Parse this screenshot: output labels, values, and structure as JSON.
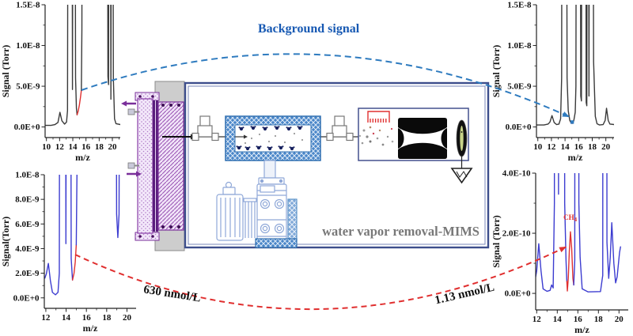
{
  "figure": {
    "background_signal_label": "Background signal",
    "conc_high_label": "630 nmol/L",
    "conc_low_label": "1.13 nmol/L",
    "colors": {
      "background_arrow": "#2e7bbf",
      "sample_arrow": "#e02f2f",
      "spectrum_black": "#3a3a3a",
      "spectrum_blue": "#3c3cd0",
      "highlight_red": "#e03030",
      "box_border": "#3d4e8c",
      "membrane_purple": "#7a2f9a",
      "trap_blue": "#4a86c8",
      "pump_blue": "#8fa8d8"
    }
  },
  "diagram": {
    "label": "water vapor removal-MIMS",
    "components": [
      "membrane-inlet-module",
      "carrier-flow-arrows",
      "sample-valve",
      "water-vapor-trap",
      "trapped-water-molecules",
      "isolation-valve",
      "ionization-filament",
      "ion-beam",
      "quadrupole-mass-filter",
      "detector",
      "amplifier",
      "backing-pump",
      "vacuum-pump"
    ]
  },
  "chart_data": [
    {
      "id": "top_left",
      "type": "line",
      "xlabel": "m/z",
      "ylabel": "Signal (Torr)",
      "xlim": [
        9.8,
        21.2
      ],
      "ylim": [
        -1.3,
        15
      ],
      "yscale": 1e-09,
      "grid": false,
      "xticks": [
        {
          "v": 10,
          "label": "10"
        },
        {
          "v": 12,
          "label": "12"
        },
        {
          "v": 14,
          "label": "14"
        },
        {
          "v": 16,
          "label": "16"
        },
        {
          "v": 18,
          "label": "18"
        },
        {
          "v": 20,
          "label": "20"
        }
      ],
      "xminor": [
        11,
        13,
        15,
        17,
        19,
        21
      ],
      "yticks": [
        {
          "v": 0,
          "label": "0.0E+0"
        },
        {
          "v": 5,
          "label": "5.0E-9"
        },
        {
          "v": 10,
          "label": "1.0E-8"
        },
        {
          "v": 15,
          "label": "1.5E-8"
        }
      ],
      "yminor": [
        2.5,
        7.5,
        12.5
      ],
      "series": [
        {
          "name": "background-spectrum",
          "color": "#3a3a3a",
          "points": [
            [
              9.8,
              0.2
            ],
            [
              10.7,
              0.2
            ],
            [
              11.3,
              0.3
            ],
            [
              11.75,
              0.55
            ],
            [
              12.05,
              1.8
            ],
            [
              12.35,
              0.75
            ],
            [
              12.75,
              0.35
            ],
            [
              13.05,
              0.6
            ],
            [
              13.2,
              2
            ],
            [
              13.32,
              60
            ],
            [
              13.85,
              60
            ],
            [
              13.95,
              4.6
            ],
            [
              14.07,
              60
            ],
            [
              14.3,
              60
            ],
            [
              14.42,
              6
            ],
            [
              14.55,
              2.3
            ],
            [
              14.65,
              1.5
            ]
          ]
        },
        {
          "name": "ch4-window",
          "color": "#e03030",
          "points": [
            [
              14.65,
              1.5
            ],
            [
              14.82,
              1.95
            ],
            [
              15.0,
              2.7
            ],
            [
              15.16,
              3.6
            ],
            [
              15.3,
              4.5
            ]
          ]
        },
        {
          "name": "background-spectrum-2",
          "color": "#3a3a3a",
          "points": [
            [
              15.3,
              4.5
            ],
            [
              15.38,
              12
            ],
            [
              15.44,
              60
            ],
            [
              19.2,
              60
            ],
            [
              19.33,
              6.2
            ],
            [
              19.42,
              5.2
            ],
            [
              19.52,
              60
            ],
            [
              19.66,
              60
            ],
            [
              19.78,
              3.4
            ],
            [
              19.9,
              60
            ],
            [
              20.03,
              60
            ],
            [
              20.15,
              6
            ],
            [
              20.33,
              1
            ],
            [
              20.55,
              0.4
            ],
            [
              21.2,
              0.3
            ]
          ]
        }
      ],
      "annotations": [],
      "markers": []
    },
    {
      "id": "top_right",
      "type": "line",
      "xlabel": "m/z",
      "ylabel": "Signal (Torr)",
      "xlim": [
        9.8,
        21.2
      ],
      "ylim": [
        -1.3,
        15
      ],
      "yscale": 1e-09,
      "grid": false,
      "xticks": [
        {
          "v": 10,
          "label": "10"
        },
        {
          "v": 12,
          "label": "12"
        },
        {
          "v": 14,
          "label": "14"
        },
        {
          "v": 16,
          "label": "16"
        },
        {
          "v": 18,
          "label": "18"
        },
        {
          "v": 20,
          "label": "20"
        }
      ],
      "xminor": [
        11,
        13,
        15,
        17,
        19,
        21
      ],
      "yticks": [
        {
          "v": 0,
          "label": "0.0E+0"
        },
        {
          "v": 5,
          "label": "5.0E-9"
        },
        {
          "v": 10,
          "label": "1.0E-8"
        },
        {
          "v": 15,
          "label": "1.5E-8"
        }
      ],
      "yminor": [
        2.5,
        7.5,
        12.5
      ],
      "series": [
        {
          "name": "dried-background-spectrum",
          "color": "#3a3a3a",
          "points": [
            [
              9.8,
              0.25
            ],
            [
              10.9,
              0.25
            ],
            [
              11.5,
              0.35
            ],
            [
              11.78,
              0.6
            ],
            [
              12.08,
              1.4
            ],
            [
              12.4,
              0.55
            ],
            [
              12.75,
              0.3
            ],
            [
              13.1,
              0.35
            ],
            [
              13.35,
              1
            ],
            [
              13.5,
              6
            ],
            [
              13.58,
              60
            ],
            [
              14.17,
              60
            ],
            [
              14.3,
              6
            ],
            [
              14.47,
              2
            ],
            [
              14.7,
              0.8
            ],
            [
              14.88,
              0.52
            ],
            [
              15.05,
              0.45
            ],
            [
              15.28,
              0.75
            ],
            [
              15.5,
              1.8
            ],
            [
              15.6,
              5
            ],
            [
              15.7,
              60
            ],
            [
              16.2,
              60
            ],
            [
              16.31,
              3.8
            ],
            [
              16.41,
              3.2
            ],
            [
              16.52,
              60
            ],
            [
              17.0,
              60
            ],
            [
              17.11,
              3
            ],
            [
              17.2,
              2.6
            ],
            [
              17.31,
              60
            ],
            [
              17.42,
              60
            ],
            [
              17.52,
              3.8
            ],
            [
              17.63,
              60
            ],
            [
              18.05,
              60
            ],
            [
              18.2,
              8
            ],
            [
              18.45,
              1.3
            ],
            [
              18.7,
              0.4
            ],
            [
              19.05,
              0.25
            ],
            [
              19.6,
              0.3
            ],
            [
              19.9,
              0.8
            ],
            [
              20.1,
              2.3
            ],
            [
              20.35,
              0.8
            ],
            [
              20.6,
              0.35
            ],
            [
              21.2,
              0.3
            ]
          ]
        },
        {
          "name": "ch4-window",
          "color": "#e03030",
          "points": [
            [
              14.85,
              0.6
            ],
            [
              15.05,
              0.42
            ],
            [
              15.22,
              0.65
            ]
          ]
        }
      ],
      "annotations": [],
      "markers": [
        {
          "x": 15.05,
          "y": 0.6,
          "shape": "square",
          "color": "#2e7bbf"
        }
      ]
    },
    {
      "id": "bottom_left",
      "type": "line",
      "xlabel": "m/z",
      "ylabel": "Signal(Torr)",
      "xlim": [
        11.85,
        20.9
      ],
      "ylim": [
        -0.85,
        10
      ],
      "yscale": 1e-09,
      "grid": false,
      "xticks": [
        {
          "v": 12,
          "label": "12"
        },
        {
          "v": 14,
          "label": "14"
        },
        {
          "v": 16,
          "label": "16"
        },
        {
          "v": 18,
          "label": "18"
        },
        {
          "v": 20,
          "label": "20"
        }
      ],
      "xminor": [
        13,
        15,
        17,
        19
      ],
      "yticks": [
        {
          "v": 0,
          "label": "0.0E+0"
        },
        {
          "v": 2,
          "label": "2.0E-9"
        },
        {
          "v": 4,
          "label": "4.0E-9"
        },
        {
          "v": 6,
          "label": "6.0E-9"
        },
        {
          "v": 8,
          "label": "8.0E-9"
        },
        {
          "v": 10,
          "label": "1.0E-8"
        }
      ],
      "yminor": [
        1,
        3,
        5,
        7,
        9
      ],
      "series": [
        {
          "name": "high-conc-spectrum",
          "color": "#3c3cd0",
          "points": [
            [
              11.9,
              1.6
            ],
            [
              12.05,
              1.95
            ],
            [
              12.25,
              2.8
            ],
            [
              12.45,
              1.4
            ],
            [
              12.65,
              0.45
            ],
            [
              12.95,
              0.25
            ],
            [
              13.2,
              0.45
            ],
            [
              13.33,
              2
            ],
            [
              13.42,
              60
            ],
            [
              13.88,
              60
            ],
            [
              13.98,
              4.4
            ],
            [
              14.1,
              60
            ],
            [
              14.38,
              60
            ],
            [
              14.5,
              3.2
            ],
            [
              14.63,
              1.45
            ]
          ]
        },
        {
          "name": "ch4-window",
          "color": "#e03030",
          "points": [
            [
              14.63,
              1.45
            ],
            [
              14.78,
              2.0
            ],
            [
              14.9,
              2.9
            ],
            [
              15.0,
              4.3
            ]
          ]
        },
        {
          "name": "high-conc-spectrum-2",
          "color": "#3c3cd0",
          "points": [
            [
              15.0,
              4.3
            ],
            [
              15.07,
              10
            ],
            [
              15.14,
              60
            ],
            [
              18.82,
              60
            ],
            [
              18.98,
              6.8
            ],
            [
              19.1,
              4.9
            ],
            [
              19.22,
              6.8
            ],
            [
              19.38,
              60
            ],
            [
              20.9,
              60
            ]
          ]
        }
      ],
      "annotations": [],
      "markers": []
    },
    {
      "id": "bottom_right",
      "type": "line",
      "xlabel": "m/z",
      "ylabel": "Signal (Torr)",
      "xlim": [
        11.9,
        20.9
      ],
      "ylim": [
        -0.55,
        4
      ],
      "yscale": 1e-10,
      "grid": false,
      "xticks": [
        {
          "v": 12,
          "label": "12"
        },
        {
          "v": 14,
          "label": "14"
        },
        {
          "v": 16,
          "label": "16"
        },
        {
          "v": 18,
          "label": "18"
        },
        {
          "v": 20,
          "label": "20"
        }
      ],
      "xminor": [
        13,
        15,
        17,
        19
      ],
      "yticks": [
        {
          "v": 0,
          "label": "0.0E+0"
        },
        {
          "v": 2,
          "label": "2.0E-10"
        },
        {
          "v": 4,
          "label": "4.0E-10"
        }
      ],
      "yminor": [
        1,
        3
      ],
      "series": [
        {
          "name": "low-conc-spectrum",
          "color": "#3c3cd0",
          "points": [
            [
              11.9,
              0.55
            ],
            [
              12.0,
              0.75
            ],
            [
              12.2,
              1.65
            ],
            [
              12.42,
              0.75
            ],
            [
              12.62,
              0.15
            ],
            [
              13.0,
              0.07
            ],
            [
              13.3,
              0.1
            ],
            [
              13.45,
              0.28
            ],
            [
              13.6,
              0.18
            ],
            [
              13.72,
              3
            ],
            [
              13.78,
              60
            ],
            [
              14.02,
              60
            ],
            [
              14.12,
              3.3
            ],
            [
              14.22,
              60
            ],
            [
              14.6,
              60
            ],
            [
              14.72,
              3
            ],
            [
              14.85,
              1.1
            ],
            [
              14.93,
              0.4
            ]
          ]
        },
        {
          "name": "ch4-peak",
          "color": "#e03030",
          "points": [
            [
              14.93,
              0.4
            ],
            [
              14.98,
              0.08
            ],
            [
              15.07,
              0.5
            ],
            [
              15.17,
              1.4
            ],
            [
              15.28,
              2.05
            ],
            [
              15.4,
              1.5
            ],
            [
              15.52,
              0.5
            ],
            [
              15.6,
              0.28
            ]
          ]
        },
        {
          "name": "low-conc-spectrum-2",
          "color": "#3c3cd0",
          "points": [
            [
              15.6,
              0.28
            ],
            [
              15.7,
              1.1
            ],
            [
              15.77,
              60
            ],
            [
              15.98,
              60
            ],
            [
              16.1,
              3
            ],
            [
              16.22,
              1.2
            ],
            [
              16.42,
              0.15
            ],
            [
              17.0,
              0.05
            ],
            [
              18.2,
              0.06
            ],
            [
              18.42,
              0.6
            ],
            [
              18.5,
              60
            ],
            [
              18.7,
              60
            ],
            [
              18.83,
              1.7
            ],
            [
              19.0,
              0.5
            ],
            [
              19.15,
              1.2
            ],
            [
              19.3,
              2.35
            ],
            [
              19.5,
              1.0
            ],
            [
              19.67,
              0.35
            ],
            [
              19.82,
              0.55
            ],
            [
              20.05,
              1.35
            ],
            [
              20.15,
              1.55
            ]
          ]
        }
      ],
      "annotations": [
        {
          "x": 15.26,
          "y": 2.45,
          "text": "CH",
          "sub": "4",
          "color": "#e03030"
        }
      ],
      "markers": []
    }
  ]
}
